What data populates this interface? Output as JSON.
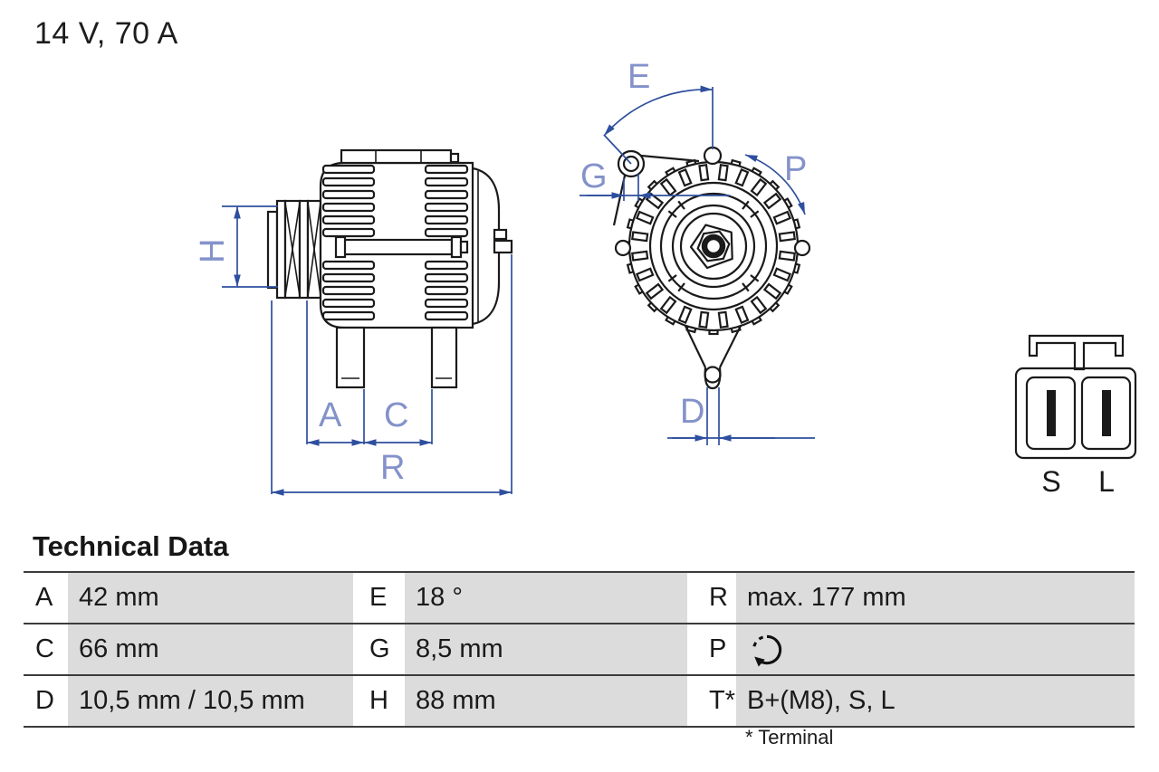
{
  "product": {
    "rating": "14 V, 70 A"
  },
  "diagram": {
    "dimension_labels": {
      "H": "H",
      "A": "A",
      "C": "C",
      "R": "R",
      "E": "E",
      "G": "G",
      "P": "P",
      "D": "D"
    },
    "connector": {
      "pins": [
        "S",
        "L"
      ]
    },
    "colors": {
      "outline": "#1a1a1a",
      "dimension_line": "#2e4f9e",
      "dimension_label": "#8492ca"
    }
  },
  "table": {
    "title": "Technical Data",
    "rows": [
      [
        {
          "key": "A",
          "value": "42 mm"
        },
        {
          "key": "E",
          "value": "18 °"
        },
        {
          "key": "R",
          "value": "max. 177 mm"
        }
      ],
      [
        {
          "key": "C",
          "value": "66 mm"
        },
        {
          "key": "G",
          "value": "8,5 mm"
        },
        {
          "key": "P",
          "value": "",
          "icon": "rotation-direction"
        }
      ],
      [
        {
          "key": "D",
          "value": "10,5 mm / 10,5 mm"
        },
        {
          "key": "H",
          "value": "88 mm"
        },
        {
          "key": "T*",
          "value": "B+(M8), S, L"
        }
      ]
    ],
    "footnote": "* Terminal",
    "colors": {
      "value_cell_bg": "#dcdcdc",
      "row_line": "#3c3c3c",
      "text": "#1a1a1a"
    }
  }
}
